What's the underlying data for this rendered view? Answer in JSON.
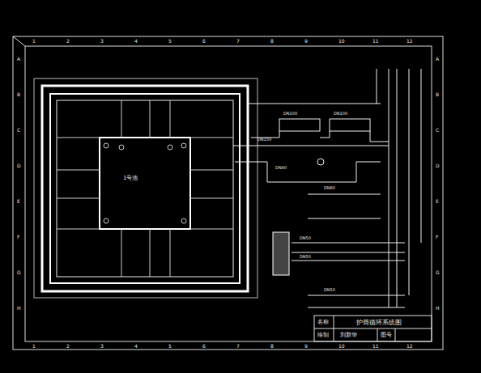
{
  "diagram": {
    "title": "护筒循环系统图",
    "nodes": [
      {
        "text": [
          "1号池"
        ]
      }
    ],
    "labels": [
      "1",
      "2",
      "3",
      "4",
      "5",
      "6",
      "7",
      "8",
      "9",
      "10",
      "11",
      "12",
      "1",
      "2",
      "3",
      "4",
      "5",
      "6",
      "7",
      "8",
      "9",
      "10",
      "11",
      "12",
      "A",
      "B",
      "C",
      "D",
      "E",
      "F",
      "G",
      "H",
      "A",
      "B",
      "C",
      "D",
      "E",
      "F",
      "G",
      "H",
      "名称",
      "绘制",
      "刘新华",
      "图号",
      "DN150",
      "DN100",
      "DN100",
      "DN80",
      "DN80",
      "DN50",
      "DN50",
      "DN50"
    ]
  }
}
